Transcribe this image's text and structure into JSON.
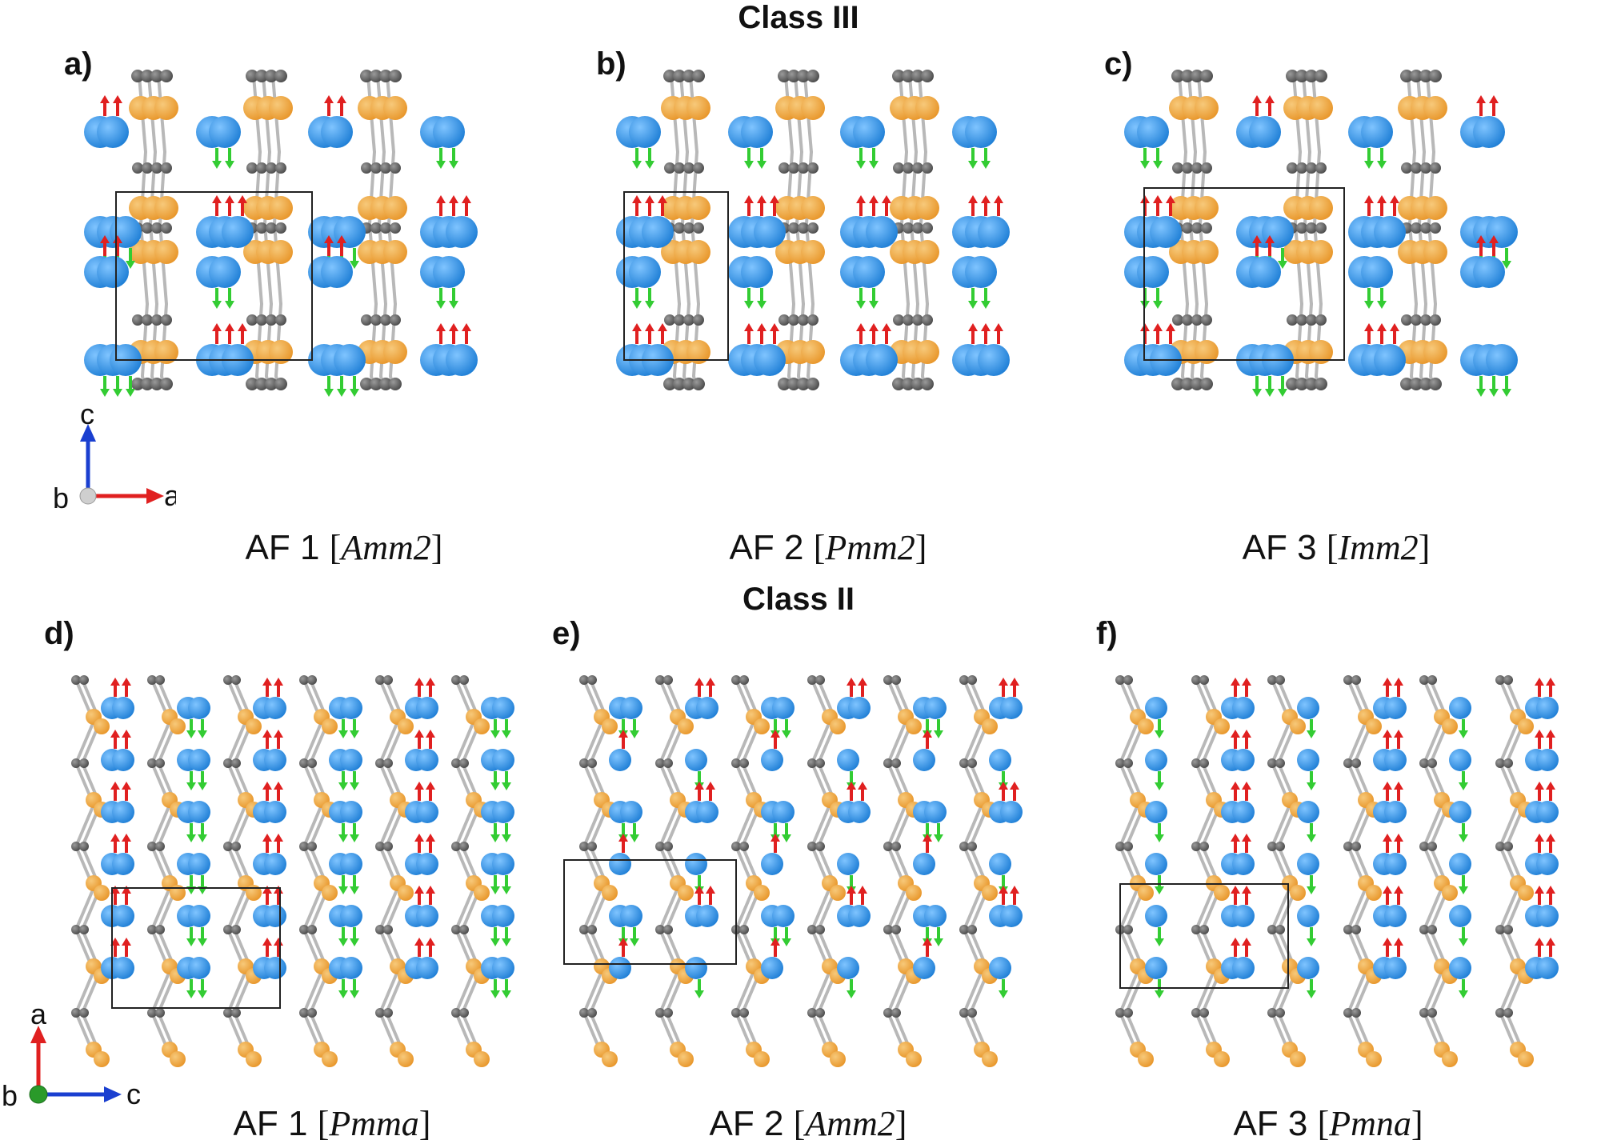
{
  "sections": [
    {
      "title": "Class III",
      "panels": [
        {
          "label": "a)",
          "caption_prefix": "AF 1",
          "space_group": "Amm2"
        },
        {
          "label": "b)",
          "caption_prefix": "AF 2",
          "space_group": "Pmm2"
        },
        {
          "label": "c)",
          "caption_prefix": "AF 3",
          "space_group": "Imm2"
        }
      ],
      "axes": {
        "up": "c",
        "right": "a",
        "view": "b"
      }
    },
    {
      "title": "Class II",
      "panels": [
        {
          "label": "d)",
          "caption_prefix": "AF 1",
          "space_group": "Pmma"
        },
        {
          "label": "e)",
          "caption_prefix": "AF 2",
          "space_group": "Amm2"
        },
        {
          "label": "f)",
          "caption_prefix": "AF 3",
          "space_group": "Pmna"
        }
      ],
      "axes": {
        "up": "a",
        "right": "c",
        "view": "b"
      }
    }
  ],
  "colors": {
    "blue_atom": "#1f7fd6",
    "orange_atom": "#e8962a",
    "dark_atom": "#4a4a4a",
    "bond": "#b8b8b8",
    "spin_up": "#e02020",
    "spin_down": "#33cc33",
    "cell_line": "#222222",
    "axis_up": "#e02020",
    "axis_right": "#1a3fd0"
  }
}
